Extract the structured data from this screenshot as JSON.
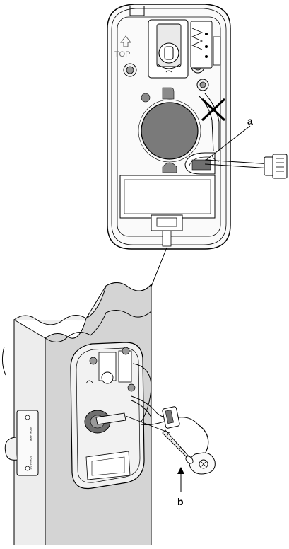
{
  "diagram": {
    "callouts": {
      "a": "a",
      "b": "b"
    },
    "labels": {
      "top": "TOP",
      "strike_plate_upper": "SCHLAGE",
      "strike_plate_lower": "SCHLAGE"
    },
    "icons": {
      "up_arrow": "up-arrow-icon",
      "prohibited_mark": "x-mark-icon"
    },
    "colors": {
      "line": "#000000",
      "door_face": "#d4d4d4",
      "door_edge": "#ededed",
      "hole_fill": "#7a7a7a",
      "plate_fill": "#f2f2f2"
    }
  }
}
